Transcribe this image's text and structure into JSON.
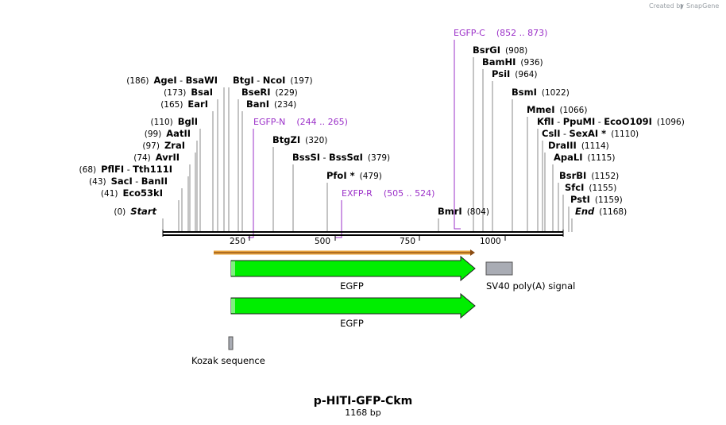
{
  "credit": {
    "prefix": "Created by",
    "brand": "SnapGene"
  },
  "title": "p-HITI-GFP-Ckm",
  "length_label": "1168 bp",
  "sites": [
    {
      "parts": [
        {
          "p": "(186)"
        },
        {
          "n": "AgeI"
        },
        {
          "s": " - "
        },
        {
          "n": "BsaWI"
        }
      ]
    },
    {
      "parts": [
        {
          "p": "(173)"
        },
        {
          "n": "BsaI"
        }
      ]
    },
    {
      "parts": [
        {
          "p": "(165)"
        },
        {
          "n": "EarI"
        }
      ]
    },
    {
      "parts": [
        {
          "p": "(110)"
        },
        {
          "n": "BglI"
        }
      ]
    },
    {
      "parts": [
        {
          "p": "(99)"
        },
        {
          "n": "AatII"
        }
      ]
    },
    {
      "parts": [
        {
          "p": "(97)"
        },
        {
          "n": "ZraI"
        }
      ]
    },
    {
      "parts": [
        {
          "p": "(74)"
        },
        {
          "n": "AvrII"
        }
      ]
    },
    {
      "parts": [
        {
          "p": "(68)"
        },
        {
          "n": "PflFI"
        },
        {
          "s": " - "
        },
        {
          "n": "Tth111I"
        }
      ]
    },
    {
      "parts": [
        {
          "p": "(43)"
        },
        {
          "n": "SacI"
        },
        {
          "s": " - "
        },
        {
          "n": "BanII"
        }
      ]
    },
    {
      "parts": [
        {
          "p": "(41)"
        },
        {
          "n": "Eco53kI"
        }
      ]
    },
    {
      "parts": [
        {
          "p": "(0)"
        },
        {
          "ni": "Start"
        }
      ]
    },
    {
      "parts": [
        {
          "n": "BtgI"
        },
        {
          "s": " - "
        },
        {
          "n": "NcoI"
        },
        {
          "p": "(197)"
        }
      ]
    },
    {
      "parts": [
        {
          "n": "BseRI"
        },
        {
          "p": "(229)"
        }
      ]
    },
    {
      "parts": [
        {
          "n": "BanI"
        },
        {
          "p": "(234)"
        }
      ]
    },
    {
      "parts": [
        {
          "n": "BtgZI"
        },
        {
          "p": "(320)"
        }
      ]
    },
    {
      "parts": [
        {
          "n": "BssSI"
        },
        {
          "s": " - "
        },
        {
          "n": "BssSαI"
        },
        {
          "p": "(379)"
        }
      ]
    },
    {
      "parts": [
        {
          "n": "PfoI *"
        },
        {
          "p": "(479)"
        }
      ]
    },
    {
      "parts": [
        {
          "n": "BmrI"
        },
        {
          "p": "(804)"
        }
      ]
    },
    {
      "parts": [
        {
          "n": "BsrGI"
        },
        {
          "p": "(908)"
        }
      ]
    },
    {
      "parts": [
        {
          "n": "BamHI"
        },
        {
          "p": "(936)"
        }
      ]
    },
    {
      "parts": [
        {
          "n": "PsiI"
        },
        {
          "p": "(964)"
        }
      ]
    },
    {
      "parts": [
        {
          "n": "BsmI"
        },
        {
          "p": "(1022)"
        }
      ]
    },
    {
      "parts": [
        {
          "n": "MmeI"
        },
        {
          "p": "(1066)"
        }
      ]
    },
    {
      "parts": [
        {
          "n": "KflI"
        },
        {
          "s": " - "
        },
        {
          "n": "PpuMI"
        },
        {
          "s": " - "
        },
        {
          "n": "EcoO109I"
        },
        {
          "p": "(1096)"
        }
      ]
    },
    {
      "parts": [
        {
          "n": "CslI"
        },
        {
          "s": " - "
        },
        {
          "n": "SexAI *"
        },
        {
          "p": "(1110)"
        }
      ]
    },
    {
      "parts": [
        {
          "n": "DraIII"
        },
        {
          "p": "(1114)"
        }
      ]
    },
    {
      "parts": [
        {
          "n": "ApaLI"
        },
        {
          "p": "(1115)"
        }
      ]
    },
    {
      "parts": [
        {
          "n": "BsrBI"
        },
        {
          "p": "(1152)"
        }
      ]
    },
    {
      "parts": [
        {
          "n": "SfcI"
        },
        {
          "p": "(1155)"
        }
      ]
    },
    {
      "parts": [
        {
          "n": "PstI"
        },
        {
          "p": "(1159)"
        }
      ]
    },
    {
      "parts": [
        {
          "ni": "End"
        },
        {
          "p": "(1168)"
        }
      ]
    }
  ],
  "primers": [
    {
      "name": "EGFP-N",
      "range": "(244 .. 265)"
    },
    {
      "name": "EXFP-R",
      "range": "(505 .. 524)"
    },
    {
      "name": "EGFP-C",
      "range": "(852 .. 873)"
    }
  ],
  "ticks": [
    "250",
    "500",
    "750",
    "1000"
  ],
  "features": [
    "EGFP",
    "EGFP",
    "SV40 poly(A) signal",
    "Kozak sequence"
  ],
  "colors": {
    "primer": "#9b30c8",
    "feature_green": "#00ee00",
    "feature_gray": "#a9acb4",
    "orf_orange": "#e8a33c",
    "backbone": "#000000"
  }
}
